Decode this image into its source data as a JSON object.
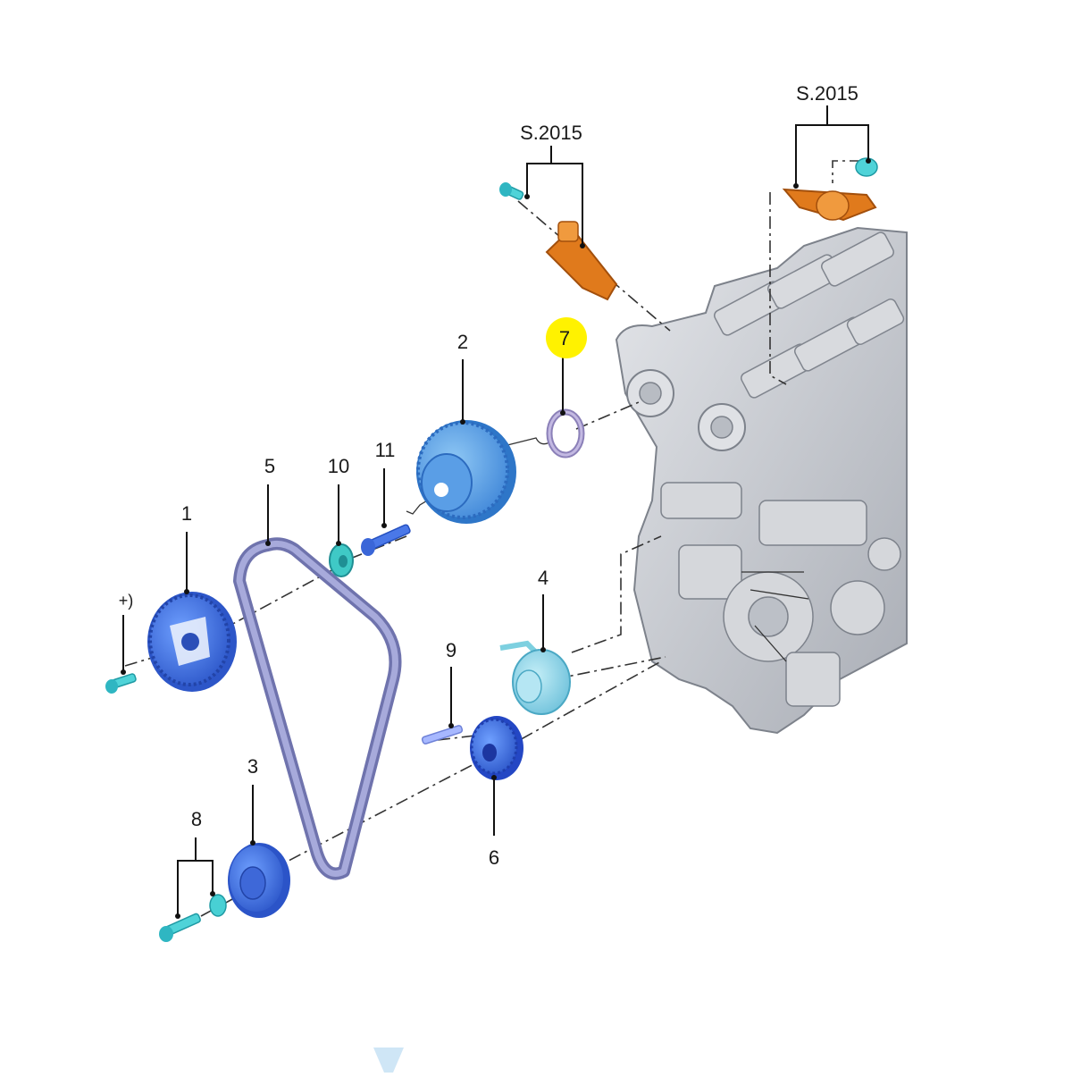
{
  "diagram": {
    "callouts": {
      "c1": "1",
      "c2": "2",
      "c3": "3",
      "c4": "4",
      "c5": "5",
      "c6": "6",
      "c7": "7",
      "c8": "8",
      "c9": "9",
      "c10": "10",
      "c11": "11",
      "plus": "+)",
      "s2015_left": "S.2015",
      "s2015_right": "S.2015"
    },
    "highlight_color": "#fff200",
    "colors": {
      "pulley_blue": "#3a6fe0",
      "pulley_light": "#5aa6ee",
      "belt": "#8c8fc4",
      "bolt_cyan": "#3fd0e0",
      "sensor_orange": "#e07a1c",
      "engine_gray": "#c9ccd2",
      "seal_purple": "#a79ac9"
    },
    "icons": {
      "scroll_indicator": "triangle-down-icon"
    }
  }
}
